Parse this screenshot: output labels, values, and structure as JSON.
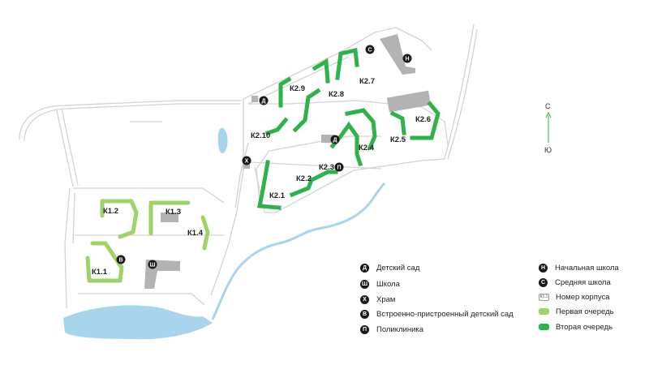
{
  "colors": {
    "first_stage": "#9ed36a",
    "second_stage": "#2db34a",
    "water": "#a9d4ee",
    "road": "#d3d3d3",
    "building_existing": "#b3b3b3",
    "badge": "#1a1a1a"
  },
  "map": {
    "labels": {
      "k1_1": "К1.1",
      "k1_2": "К1.2",
      "k1_3": "К1.3",
      "k1_4": "К1.4",
      "k2_1": "К2.1",
      "k2_2": "К2.2",
      "k2_3": "К2.3",
      "k2_4": "К2.4",
      "k2_5": "К2.5",
      "k2_6": "К2.6",
      "k2_7": "К2.7",
      "k2_8": "К2.8",
      "k2_9": "К2.9",
      "k2_10": "К2.10"
    },
    "markers": {
      "kindergarten_1": "Д",
      "kindergarten_2": "Д",
      "secondary_school": "С",
      "primary_school": "Н",
      "temple": "Х",
      "clinic": "П",
      "built_in_kindergarten": "В",
      "school": "Ш"
    }
  },
  "compass": {
    "north": "С",
    "south": "Ю"
  },
  "legend": {
    "kindergarten": {
      "badge": "Д",
      "label": "Детский сад"
    },
    "school": {
      "badge": "Ш",
      "label": "Школа"
    },
    "temple": {
      "badge": "Х",
      "label": "Храм"
    },
    "built_in_kindergarten": {
      "badge": "В",
      "label": "Встроенно-пристроенный детский сад"
    },
    "clinic": {
      "badge": "П",
      "label": "Поликлиника"
    },
    "primary_school": {
      "badge": "Н",
      "label": "Начальная школа"
    },
    "secondary_school": {
      "badge": "С",
      "label": "Средняя школа"
    },
    "building_number": {
      "badge": "К1.1",
      "label": "Номер корпуса"
    },
    "first_stage": {
      "label": "Первая очередь"
    },
    "second_stage": {
      "label": "Вторая очередь"
    }
  }
}
